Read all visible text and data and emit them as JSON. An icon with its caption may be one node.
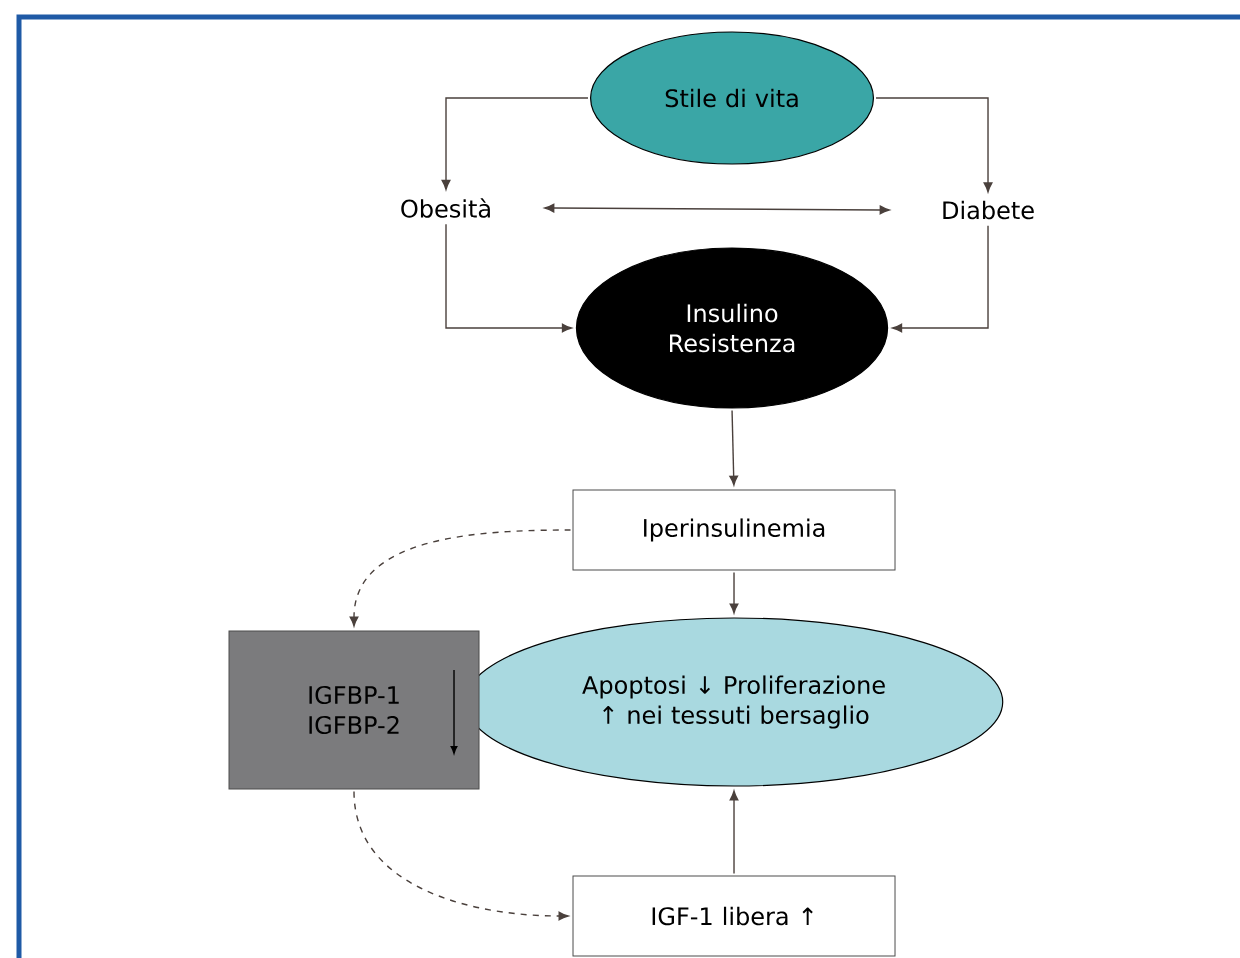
{
  "diagram": {
    "nodes": [
      {
        "text": [
          "Stile di vita"
        ]
      },
      {
        "text": [
          "Obesità"
        ]
      },
      {
        "text": [
          "Diabete"
        ]
      },
      {
        "text": [
          "Insulino Resistenza"
        ]
      },
      {
        "text": [
          "Iperinsulinemia"
        ]
      },
      {
        "text": [
          "Apoptosi ↓ Proliferazione ↑ nei tessuti bersaglio"
        ]
      },
      {
        "text": [
          "IGFBP-1 IGFBP-2"
        ]
      },
      {
        "text": [
          "IGF-1 libera ↑"
        ]
      }
    ],
    "edges": [
      {
        "from": 0,
        "to": 1,
        "arrow": "to"
      },
      {
        "from": 0,
        "to": 2,
        "arrow": "to"
      },
      {
        "from": 1,
        "to": 2,
        "arrow": "both"
      },
      {
        "from": 1,
        "to": 3,
        "arrow": "to"
      },
      {
        "from": 2,
        "to": 3,
        "arrow": "to"
      },
      {
        "from": 3,
        "to": 4,
        "arrow": "to"
      },
      {
        "from": 4,
        "to": 5,
        "arrow": "to"
      },
      {
        "from": 4,
        "to": 6,
        "arrow": "to",
        "style": "dashed"
      },
      {
        "from": 6,
        "to": 7,
        "arrow": "to",
        "style": "dashed"
      },
      {
        "from": 7,
        "to": 5,
        "arrow": "to"
      }
    ]
  }
}
